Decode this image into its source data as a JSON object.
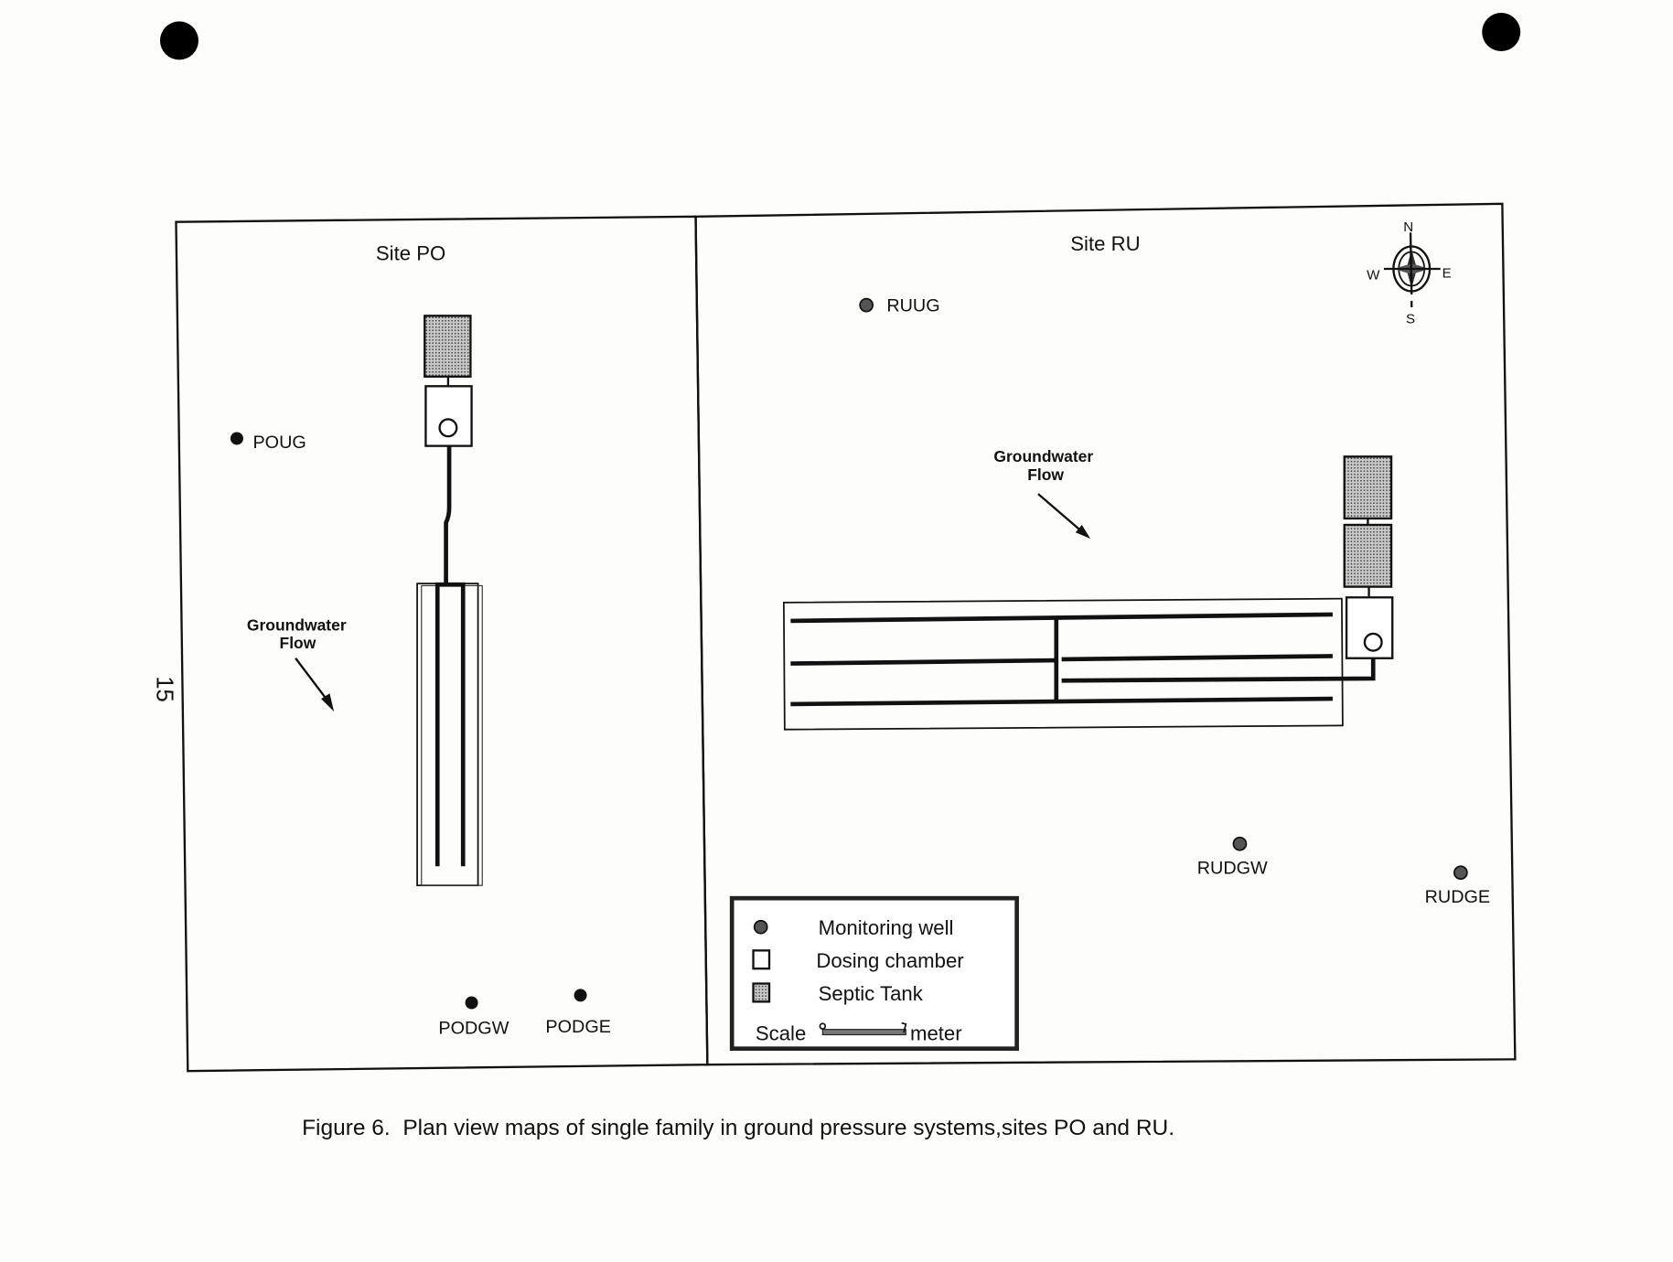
{
  "page_number": "15",
  "panels": {
    "po": {
      "title": "Site PO",
      "flow_label_1": "Groundwater",
      "flow_label_2": "Flow",
      "wells": [
        "POUG",
        "PODGW",
        "PODGE"
      ]
    },
    "ru": {
      "title": "Site RU",
      "flow_label_1": "Groundwater",
      "flow_label_2": "Flow",
      "wells": [
        "RUUG",
        "RUDGW",
        "RUDGE"
      ],
      "compass": {
        "n": "N",
        "s": "S",
        "e": "E",
        "w": "W"
      }
    }
  },
  "legend": {
    "items": [
      "Monitoring well",
      "Dosing chamber",
      "Septic Tank"
    ],
    "scale_label": "Scale",
    "scale_unit": "meter"
  },
  "caption": "Figure 6.  Plan view maps of single family in ground pressure systems,sites PO and RU."
}
